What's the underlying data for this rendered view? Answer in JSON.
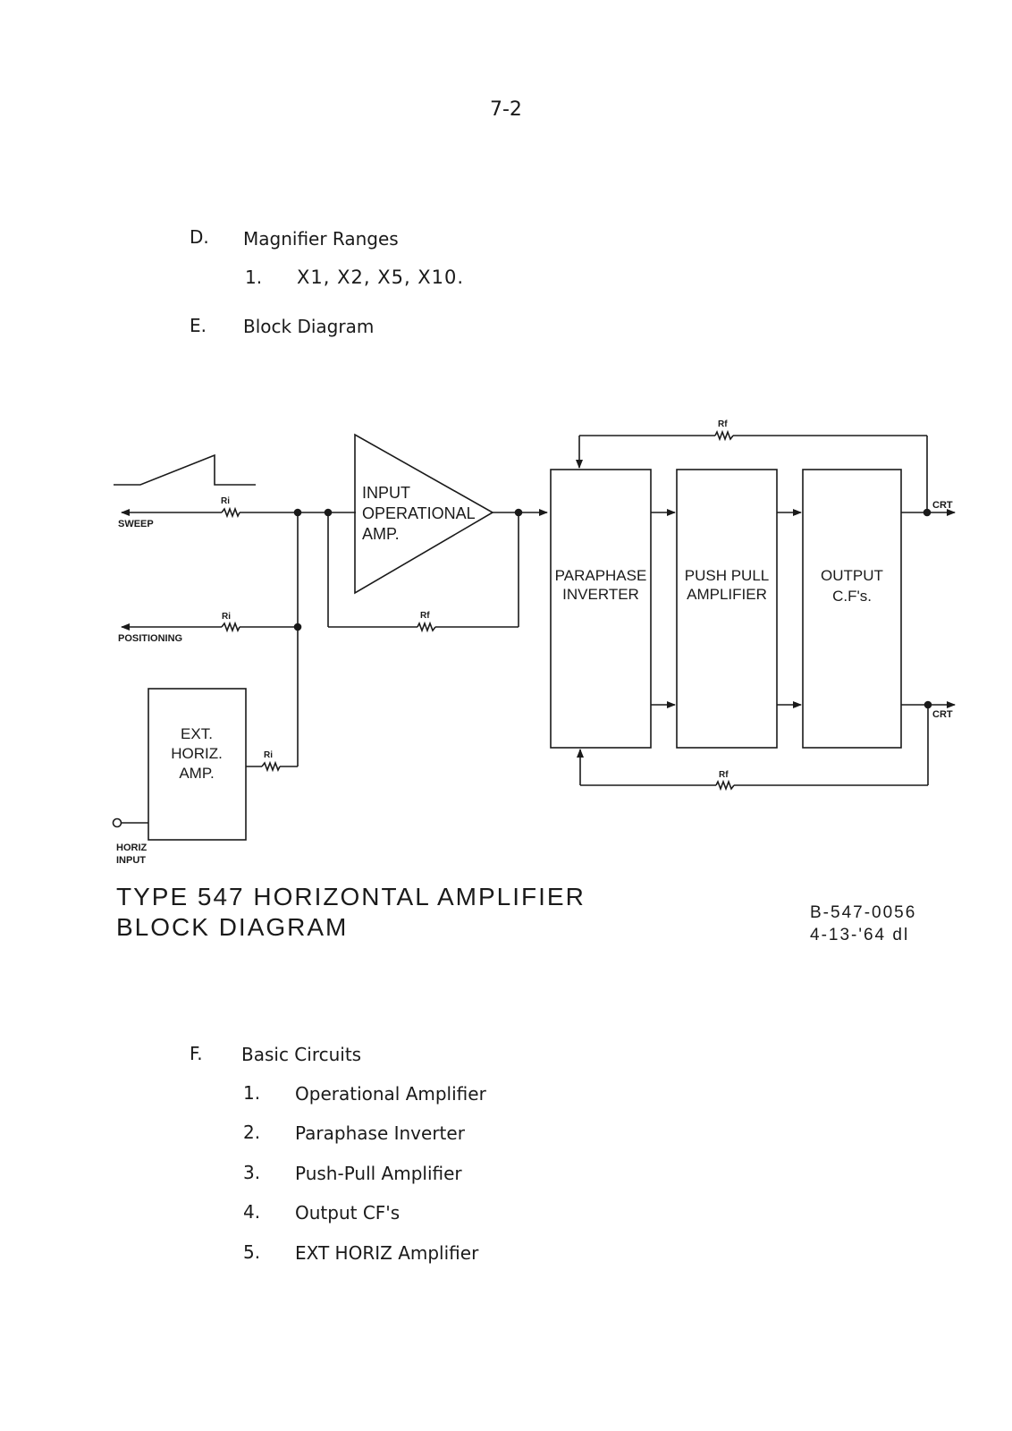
{
  "page_number": "7-2",
  "section_d": {
    "letter": "D.",
    "title": "Magnifier Ranges",
    "items": [
      {
        "num": "1.",
        "text": "X1, X2, X5, X10."
      }
    ]
  },
  "section_e": {
    "letter": "E.",
    "title": "Block Diagram"
  },
  "diagram": {
    "sweep_label": "SWEEP",
    "positioning_label": "POSITIONING",
    "horiz_input_label": [
      "HORIZ",
      "INPUT"
    ],
    "ri_label": "Ri",
    "rf_label": "Rf",
    "crt_label": "CRT",
    "input_amp_label": [
      "INPUT",
      "OPERATIONAL",
      "AMP."
    ],
    "ext_amp_label": [
      "EXT.",
      "HORIZ.",
      "AMP."
    ],
    "paraphase_label": [
      "PARAPHASE",
      "INVERTER"
    ],
    "pushpull_label": [
      "PUSH PULL",
      "AMPLIFIER"
    ],
    "output_label": [
      "OUTPUT",
      "C.F's."
    ]
  },
  "caption": {
    "title_line1": "TYPE 547 HORIZONTAL AMPLIFIER",
    "title_line2": "BLOCK DIAGRAM",
    "ref_line1": "B-547-0056",
    "ref_line2": "4-13-'64 dl"
  },
  "section_f": {
    "letter": "F.",
    "title": "Basic Circuits",
    "items": [
      {
        "num": "1.",
        "text": "Operational Amplifier"
      },
      {
        "num": "2.",
        "text": "Paraphase Inverter"
      },
      {
        "num": "3.",
        "text": "Push-Pull Amplifier"
      },
      {
        "num": "4.",
        "text": "Output CF's"
      },
      {
        "num": "5.",
        "text": "EXT HORIZ Amplifier"
      }
    ]
  }
}
